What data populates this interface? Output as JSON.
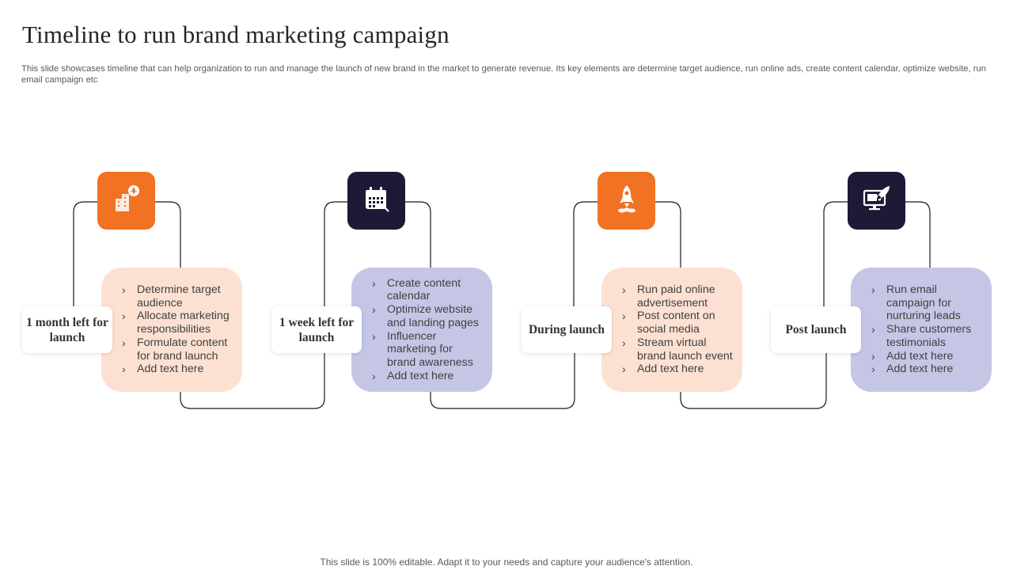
{
  "title": "Timeline to run brand marketing campaign",
  "subtitle": "This slide showcases timeline that can help organization to run and manage the launch of new brand in the market to generate revenue. Its key elements are determine target audience, run online ads, create content calendar, optimize website, run email campaign etc",
  "footer": "This slide is 100% editable. Adapt it to your needs and capture your audience's attention.",
  "colors": {
    "orange": "#f07222",
    "navy": "#1c1a36",
    "peach": "#fce1d2",
    "lavender": "#c5c6e6"
  },
  "stages": [
    {
      "label": "1 month left for launch",
      "icon": "building-launch-icon",
      "bullets": [
        "Determine target audience",
        "Allocate marketing responsibilities",
        "Formulate content for brand launch",
        "Add text here"
      ]
    },
    {
      "label": "1 week left for launch",
      "icon": "calendar-icon",
      "bullets": [
        "Create content calendar",
        "Optimize website and landing pages",
        "Influencer marketing for brand awareness",
        "Add text here"
      ]
    },
    {
      "label": "During launch",
      "icon": "rocket-icon",
      "bullets": [
        "Run paid online advertisement",
        "Post content on social media",
        "Stream virtual brand launch event",
        "Add text here"
      ]
    },
    {
      "label": "Post launch",
      "icon": "monitor-rocket-icon",
      "bullets": [
        "Run email campaign for nurturing leads",
        "Share customers testimonials",
        "Add text here",
        "Add text here"
      ]
    }
  ]
}
